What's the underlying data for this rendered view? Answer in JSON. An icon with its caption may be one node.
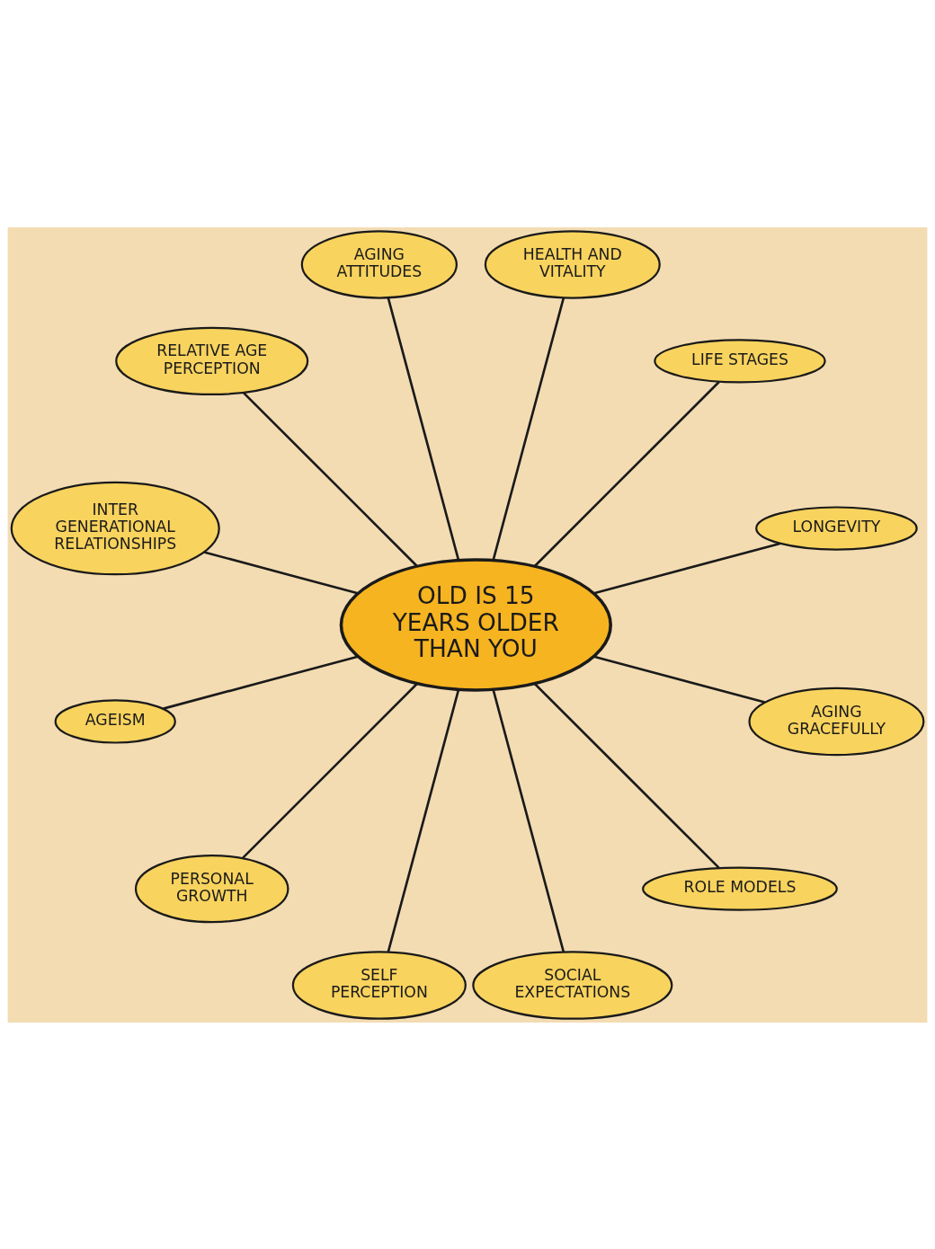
{
  "diagram": {
    "nodes": [
      {
        "text": [
          "OLD IS 15 YEARS OLDER THAN YOU"
        ]
      },
      {
        "text": [
          "RELATIVE AGE PERCEPTION"
        ]
      },
      {
        "text": [
          "AGING ATTITUDES"
        ]
      },
      {
        "text": [
          "HEALTH AND VITALITY"
        ]
      },
      {
        "text": [
          "INTER GENERATIONAL RELATIONSHIPS"
        ]
      },
      {
        "text": [
          "LIFE STAGES"
        ]
      },
      {
        "text": [
          "AGEISM"
        ]
      },
      {
        "text": [
          "LONGEVITY"
        ]
      },
      {
        "text": [
          "PERSONAL GROWTH"
        ]
      },
      {
        "text": [
          "AGING GRACEFULLY"
        ]
      },
      {
        "text": [
          "SELF PERCEPTION"
        ]
      },
      {
        "text": [
          "SOCIAL EXPECTATIONS"
        ]
      },
      {
        "text": [
          "ROLE MODELS"
        ]
      }
    ],
    "edges": [
      {
        "from": 0,
        "to": 1,
        "arrow": "none"
      },
      {
        "from": 0,
        "to": 2,
        "arrow": "none"
      },
      {
        "from": 0,
        "to": 3,
        "arrow": "none"
      },
      {
        "from": 0,
        "to": 4,
        "arrow": "none"
      },
      {
        "from": 0,
        "to": 5,
        "arrow": "none"
      },
      {
        "from": 0,
        "to": 6,
        "arrow": "none"
      },
      {
        "from": 0,
        "to": 7,
        "arrow": "none"
      },
      {
        "from": 0,
        "to": 8,
        "arrow": "none"
      },
      {
        "from": 0,
        "to": 9,
        "arrow": "none"
      },
      {
        "from": 0,
        "to": 10,
        "arrow": "none"
      },
      {
        "from": 0,
        "to": 11,
        "arrow": "none"
      },
      {
        "from": 0,
        "to": 12,
        "arrow": "none"
      }
    ]
  }
}
